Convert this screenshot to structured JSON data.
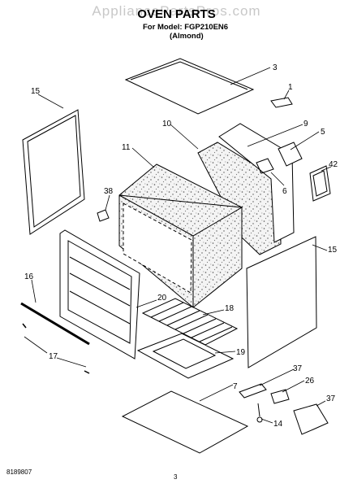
{
  "watermark": "AppliancePartsPros.com",
  "title": "OVEN PARTS",
  "subtitle": "For Model: FGP210EN6",
  "subtitle_variant": "(Almond)",
  "footer_code": "8189807",
  "footer_page": "3",
  "callouts": {
    "c1": "1",
    "c3": "3",
    "c5": "5",
    "c6": "6",
    "c7": "7",
    "c9": "9",
    "c10": "10",
    "c11": "11",
    "c14": "14",
    "c15a": "15",
    "c15b": "15",
    "c16": "16",
    "c17": "17",
    "c18": "18",
    "c19": "19",
    "c20": "20",
    "c26": "26",
    "c37a": "37",
    "c37b": "37",
    "c38": "38",
    "c42": "42"
  },
  "colors": {
    "line": "#000000",
    "watermark": "#c8c8c8"
  }
}
